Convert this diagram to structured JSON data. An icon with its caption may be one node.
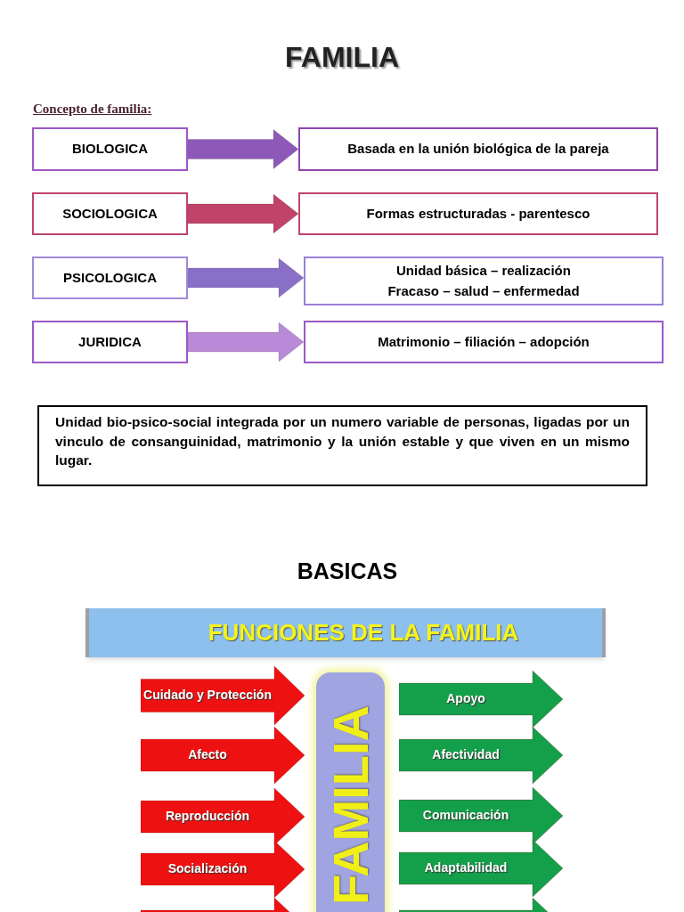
{
  "diagram": {
    "title": "FAMILIA",
    "nodes": [
      {
        "text": [
          "BIOLOGICA"
        ]
      },
      {
        "text": [
          "Basada en la unión biológica de la pareja"
        ]
      },
      {
        "text": [
          "SOCIOLOGICA"
        ]
      },
      {
        "text": [
          "Formas estructuradas - parentesco"
        ]
      },
      {
        "text": [
          "PSICOLOGICA"
        ]
      },
      {
        "text": [
          "Unidad básica – realización Fracaso – salud – enfermedad"
        ]
      },
      {
        "text": [
          "JURIDICA"
        ]
      },
      {
        "text": [
          "Matrimonio – filiación – adopción"
        ]
      },
      {
        "text": [
          "Unidad bio-psico-social integrada por un numero variable de personas, ligadas por un vinculo de consanguinidad, matrimonio y la unión estable y que viven en un mismo lugar."
        ]
      },
      {
        "text": [
          "FUNCIONES DE LA FAMILIA"
        ]
      },
      {
        "text": [
          "Cuidado  y Protección"
        ]
      },
      {
        "text": [
          "Afecto"
        ]
      },
      {
        "text": [
          "Reproducción"
        ]
      },
      {
        "text": [
          "Socialización"
        ]
      },
      {
        "text": [],
        "shape": "arrow"
      },
      {
        "text": [
          "FAMILIA"
        ]
      },
      {
        "text": [
          "Apoyo"
        ]
      },
      {
        "text": [
          "Afectividad"
        ]
      },
      {
        "text": [
          "Comunicación"
        ]
      },
      {
        "text": [
          "Adaptabilidad"
        ]
      },
      {
        "text": [],
        "shape": "arrow"
      }
    ],
    "edges": [
      {
        "from": 0,
        "to": 1,
        "arrow": "to",
        "style": "thick",
        "color": "#8e58b8"
      },
      {
        "from": 2,
        "to": 3,
        "arrow": "to",
        "style": "thick",
        "color": "#c0436a"
      },
      {
        "from": 4,
        "to": 5,
        "arrow": "to",
        "style": "thick",
        "color": "#8a6fc8"
      },
      {
        "from": 6,
        "to": 7,
        "arrow": "to",
        "style": "thick",
        "color": "#b88ad8"
      }
    ],
    "labels": [
      "Concepto de familia:",
      "BASICAS"
    ]
  }
}
